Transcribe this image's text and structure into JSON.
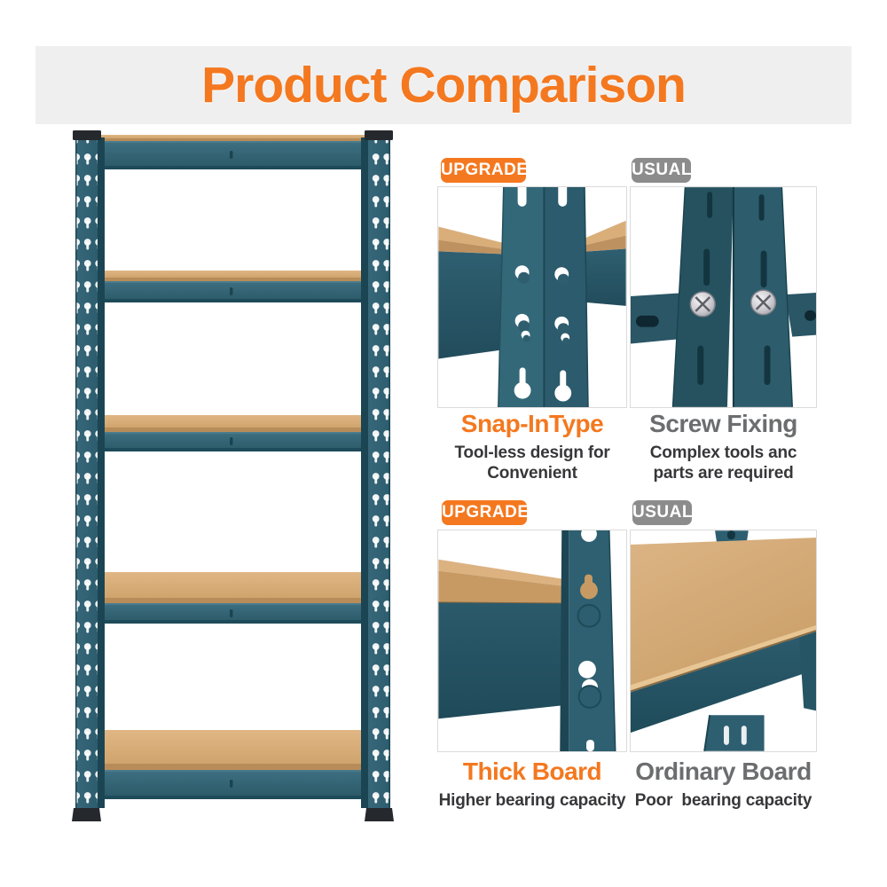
{
  "page": {
    "title": "Product Comparison"
  },
  "colors": {
    "accent_orange": "#f4781f",
    "badge_gray": "#8c8c8c",
    "banner_background": "#efefef",
    "heading_gray": "#6b6d6f",
    "body_text": "#37373a",
    "shelf_teal": "#2f6173",
    "shelf_wood": "#d2a76f"
  },
  "product": {
    "name": "5-tier boltless shelving unit",
    "shelf_count": 5
  },
  "comparisons": [
    {
      "id": "snap-in",
      "badge": "UPGRADE",
      "style": "upgrade",
      "heading": "Snap-InType",
      "desc_lines": [
        "Tool-less design for",
        "Convenient"
      ],
      "image": "snap-in-connector-detail-photo"
    },
    {
      "id": "screw-fixing",
      "badge": "USUAL",
      "style": "usual",
      "heading": "Screw Fixing",
      "desc_lines": [
        "Complex tools anc",
        "parts are required"
      ],
      "image": "screw-fixing-detail-photo"
    },
    {
      "id": "thick-board",
      "badge": "UPGRADE",
      "style": "upgrade",
      "heading": "Thick Board",
      "desc_lines": [
        "Higher bearing capacity"
      ],
      "image": "thick-board-detail-photo"
    },
    {
      "id": "ordinary-board",
      "badge": "USUAL",
      "style": "usual",
      "heading": "Ordinary Board",
      "desc_lines": [
        "Poor  bearing capacity"
      ],
      "image": "ordinary-board-detail-photo"
    }
  ]
}
